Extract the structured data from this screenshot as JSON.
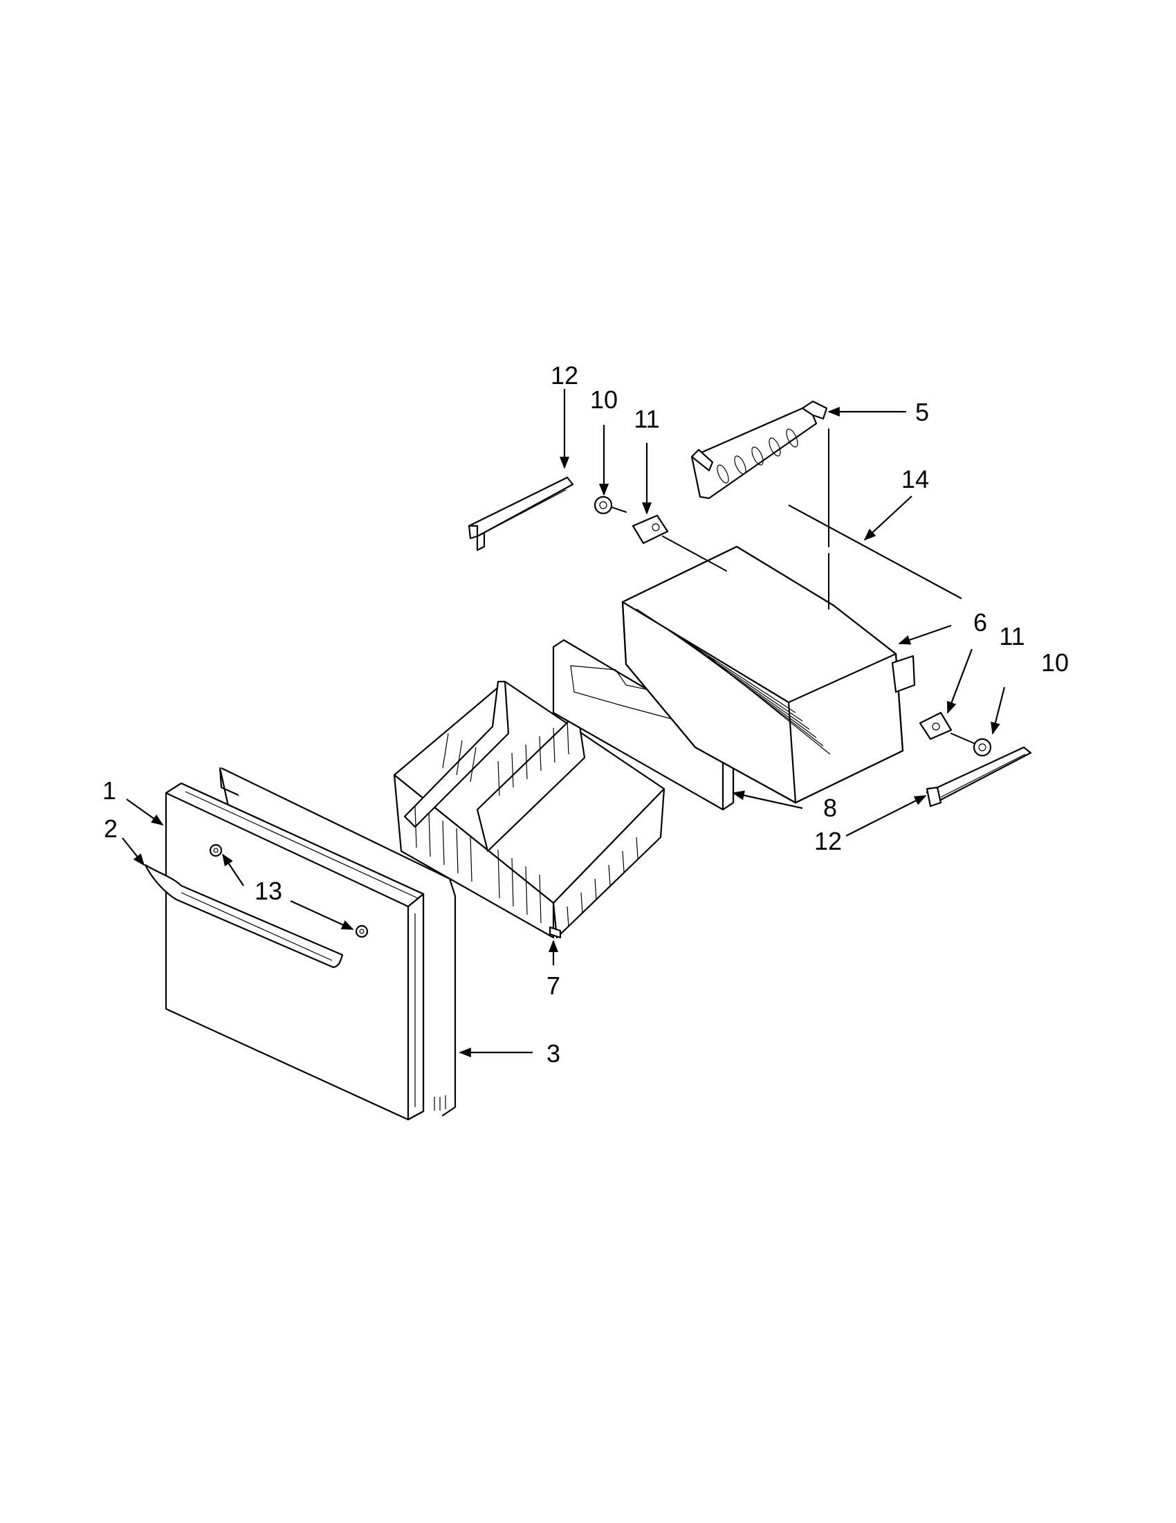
{
  "callouts": [
    {
      "id": "c1",
      "label": "1"
    },
    {
      "id": "c2",
      "label": "2"
    },
    {
      "id": "c3",
      "label": "3"
    },
    {
      "id": "c5",
      "label": "5"
    },
    {
      "id": "c6",
      "label": "6"
    },
    {
      "id": "c7",
      "label": "7"
    },
    {
      "id": "c8",
      "label": "8"
    },
    {
      "id": "c10a",
      "label": "10"
    },
    {
      "id": "c10b",
      "label": "10"
    },
    {
      "id": "c11a",
      "label": "11"
    },
    {
      "id": "c11b",
      "label": "11"
    },
    {
      "id": "c12a",
      "label": "12"
    },
    {
      "id": "c12b",
      "label": "12"
    },
    {
      "id": "c13",
      "label": "13"
    },
    {
      "id": "c14",
      "label": "14"
    }
  ],
  "colors": {
    "ink": "#000000",
    "paper": "#ffffff"
  }
}
